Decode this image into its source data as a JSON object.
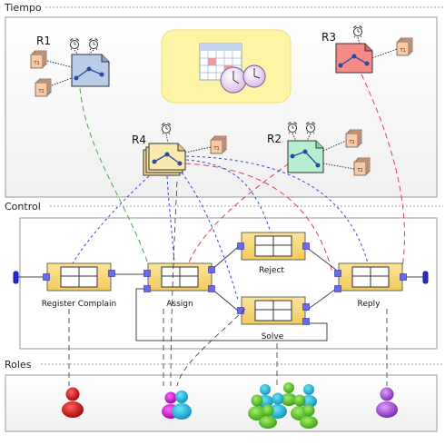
{
  "sections": {
    "time_title": "Tiempo",
    "control_title": "Control",
    "roles_title": "Roles"
  },
  "rules": [
    {
      "id": "R1",
      "label": "R1",
      "color": "#b9ccea",
      "time_tables": [
        "T1",
        "T2"
      ]
    },
    {
      "id": "R2",
      "label": "R2",
      "color": "#b6efcf",
      "time_tables": [
        "T1",
        "T2"
      ]
    },
    {
      "id": "R3",
      "label": "R3",
      "color": "#f58b86",
      "time_tables": [
        "T1"
      ]
    },
    {
      "id": "R4",
      "label": "R4",
      "color": "#f6e29c",
      "time_tables": [
        "T1"
      ]
    }
  ],
  "activities": {
    "register": "Register Complain",
    "assign": "Assign",
    "reject": "Reject",
    "solve": "Solve",
    "reply": "Reply"
  },
  "roles": [
    {
      "name": "role-single-red",
      "color": "#c00000"
    },
    {
      "name": "role-pair-magenta-teal",
      "color": "#c000c0"
    },
    {
      "name": "role-group-green-teal",
      "color": "#44bb22"
    },
    {
      "name": "role-single-purple",
      "color": "#9933cc"
    }
  ],
  "colors": {
    "frame": "#999999",
    "activity_fill": "#f8db7e",
    "connector": "#6a6af0",
    "time_panel": "#fdf5a5",
    "green_link": "#44aa44",
    "red_link": "#e03c64",
    "blue_link": "#3f3fd8"
  }
}
